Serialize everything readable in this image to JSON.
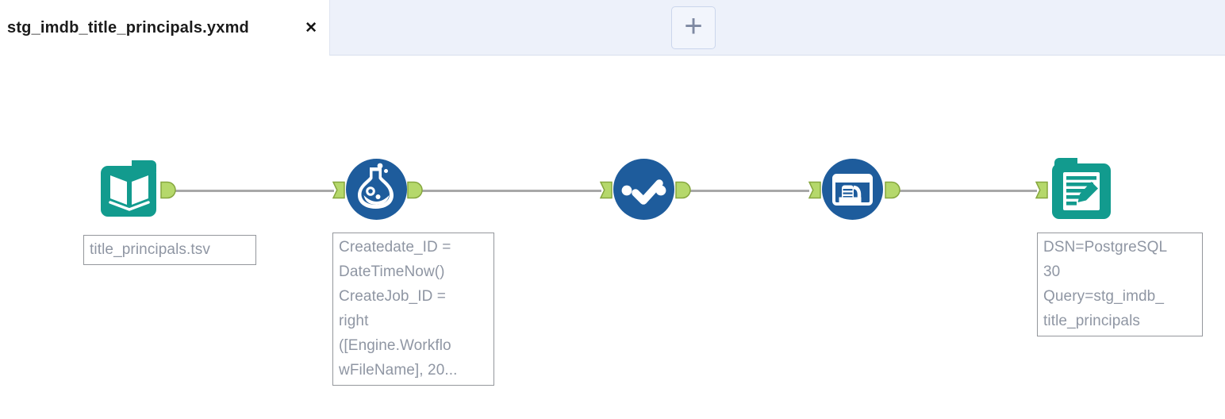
{
  "app": "workflow-designer-canvas",
  "tab_bar": {
    "active_tab_title": "stg_imdb_title_principals.yxmd",
    "close_glyph": "✕",
    "new_tab_glyph": "+"
  },
  "colors": {
    "tool_teal": "#129b8e",
    "tool_blue": "#1e5c9c",
    "anchor_green": "#b5d86b",
    "anchor_border": "#86a73f",
    "wire_gray": "#a8a8a8",
    "annotation_text": "#8f96a3",
    "annotation_border": "#94979c",
    "tab_strip_bg": "#edf1fa"
  },
  "tools": [
    {
      "icon": "input-data-icon",
      "annotation": "title_principals.tsv"
    },
    {
      "icon": "formula-flask-icon",
      "annotation": "Createdate_ID =\nDateTimeNow()\nCreateJob_ID =\nright\n([Engine.Workflo\nwFileName], 20..."
    },
    {
      "icon": "select-check-icon",
      "annotation": ""
    },
    {
      "icon": "data-cleansing-icon",
      "annotation": ""
    },
    {
      "icon": "output-data-icon",
      "annotation": "DSN=PostgreSQL\n30\nQuery=stg_imdb_\ntitle_principals"
    }
  ]
}
